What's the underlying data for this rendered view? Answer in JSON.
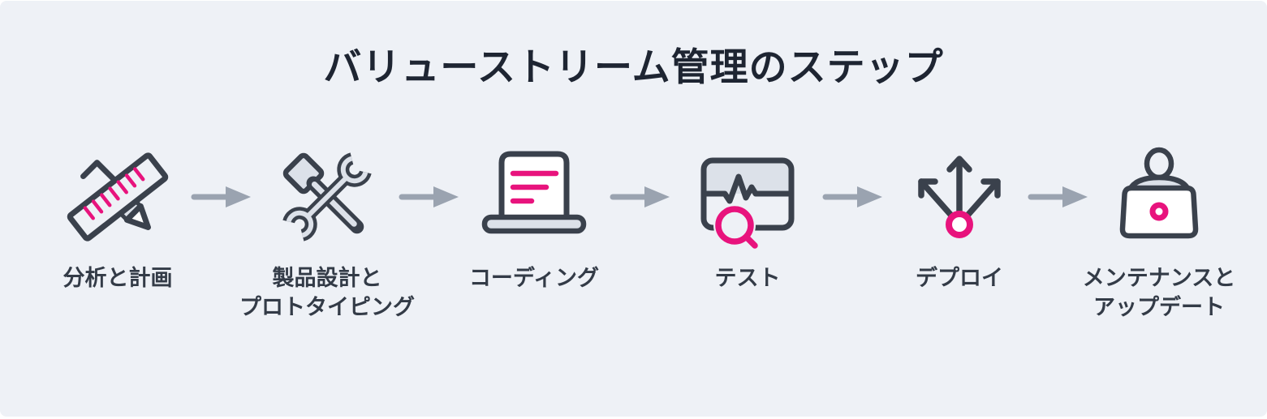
{
  "title": "バリューストリーム管理のステップ",
  "steps": [
    {
      "name": "analysis-planning",
      "icon": "ruler-pencil-icon",
      "lines": [
        "分析と計画"
      ]
    },
    {
      "name": "design-prototyping",
      "icon": "hammer-wrench-icon",
      "lines": [
        "製品設計と",
        "プロトタイピング"
      ]
    },
    {
      "name": "coding",
      "icon": "laptop-code-icon",
      "lines": [
        "コーディング"
      ]
    },
    {
      "name": "testing",
      "icon": "monitor-search-icon",
      "lines": [
        "テスト"
      ]
    },
    {
      "name": "deploy",
      "icon": "branch-arrows-icon",
      "lines": [
        "デプロイ"
      ]
    },
    {
      "name": "maintenance-updates",
      "icon": "person-laptop-icon",
      "lines": [
        "メンテナンスと",
        "アップデート"
      ]
    }
  ],
  "colors": {
    "background": "#eef1f6",
    "title_text": "#1e2532",
    "label_text": "#333b47",
    "icon_stroke": "#3a414c",
    "icon_light_fill": "#dce1e9",
    "accent_pink": "#e8137d",
    "connector_gray": "#9aa3b0"
  }
}
